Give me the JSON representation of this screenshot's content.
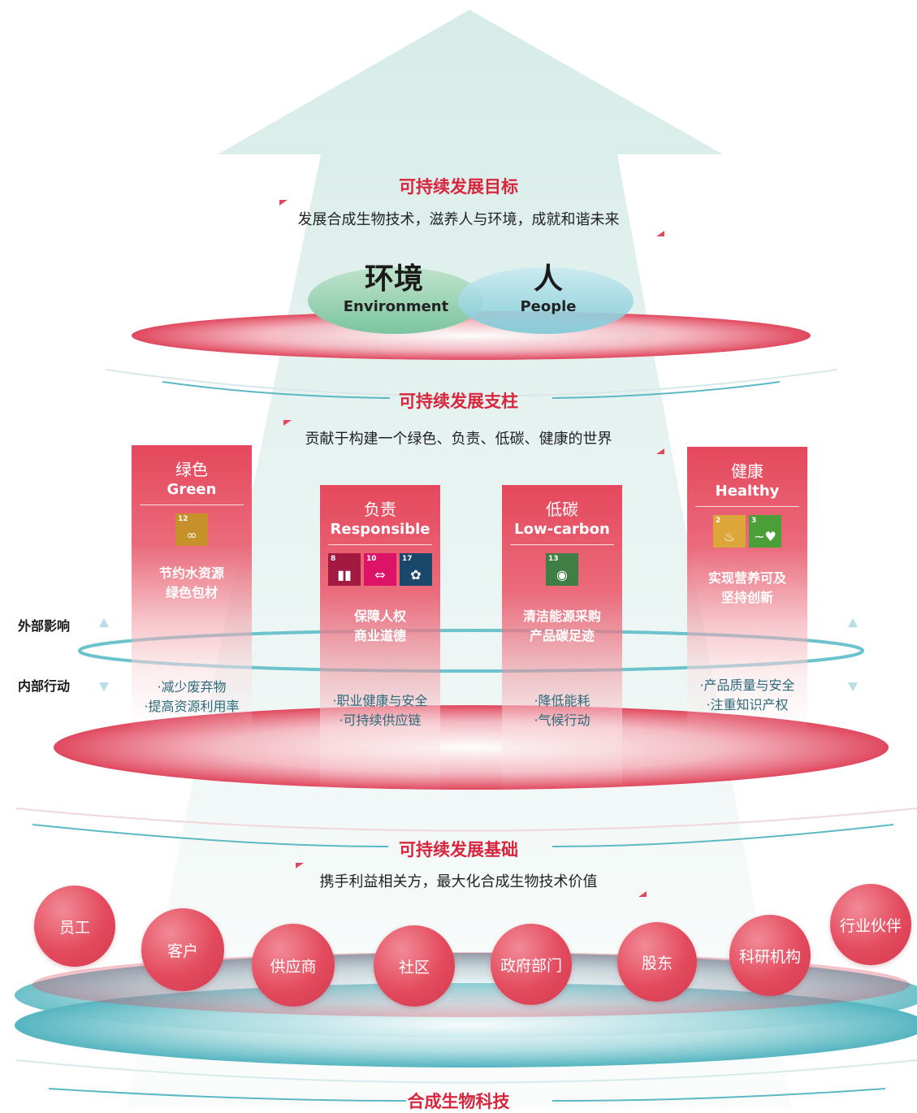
{
  "goal": {
    "title": "可持续发展目标",
    "subtitle": "发展合成生物技术，滋养人与环境，成就和谐未来",
    "environment": {
      "cn": "环境",
      "en": "Environment"
    },
    "people": {
      "cn": "人",
      "en": "People"
    }
  },
  "pillars": {
    "title": "可持续发展支柱",
    "subtitle": "贡献于构建一个绿色、负责、低碳、健康的世界",
    "external_label": "外部影响",
    "internal_label": "内部行动",
    "items": [
      {
        "cn": "绿色",
        "en": "Green",
        "sdgs": [
          {
            "num": "12",
            "glyph": "∞",
            "color": "#c8902a"
          }
        ],
        "focus": [
          "节约水资源",
          "绿色包材"
        ],
        "actions": [
          "·减少废弃物",
          "·提高资源利用率"
        ]
      },
      {
        "cn": "负责",
        "en": "Responsible",
        "sdgs": [
          {
            "num": "8",
            "glyph": "▮▮",
            "color": "#a21942"
          },
          {
            "num": "10",
            "glyph": "⇔",
            "color": "#dd1367"
          },
          {
            "num": "17",
            "glyph": "✿",
            "color": "#19486a"
          }
        ],
        "focus": [
          "保障人权",
          "商业道德"
        ],
        "actions": [
          "·职业健康与安全",
          "·可持续供应链"
        ]
      },
      {
        "cn": "低碳",
        "en": "Low-carbon",
        "sdgs": [
          {
            "num": "13",
            "glyph": "◉",
            "color": "#3f7e44"
          }
        ],
        "focus": [
          "清洁能源采购",
          "产品碳足迹"
        ],
        "actions": [
          "·降低能耗",
          "·气候行动"
        ]
      },
      {
        "cn": "健康",
        "en": "Healthy",
        "sdgs": [
          {
            "num": "2",
            "glyph": "♨",
            "color": "#dda63a"
          },
          {
            "num": "3",
            "glyph": "~♥",
            "color": "#4c9f38"
          }
        ],
        "focus": [
          "实现营养可及",
          "坚持创新"
        ],
        "actions": [
          "·产品质量与安全",
          "·注重知识产权"
        ]
      }
    ]
  },
  "foundation": {
    "title": "可持续发展基础",
    "subtitle": "携手利益相关方，最大化合成生物技术价值",
    "stakeholders": [
      "员工",
      "客户",
      "供应商",
      "社区",
      "政府部门",
      "股东",
      "科研机构",
      "行业伙伴"
    ]
  },
  "technology": {
    "title": "合成生物科技"
  },
  "colors": {
    "accent": "#d7263d",
    "teal": "#5bb8c4",
    "green": "#7cc5a0"
  }
}
